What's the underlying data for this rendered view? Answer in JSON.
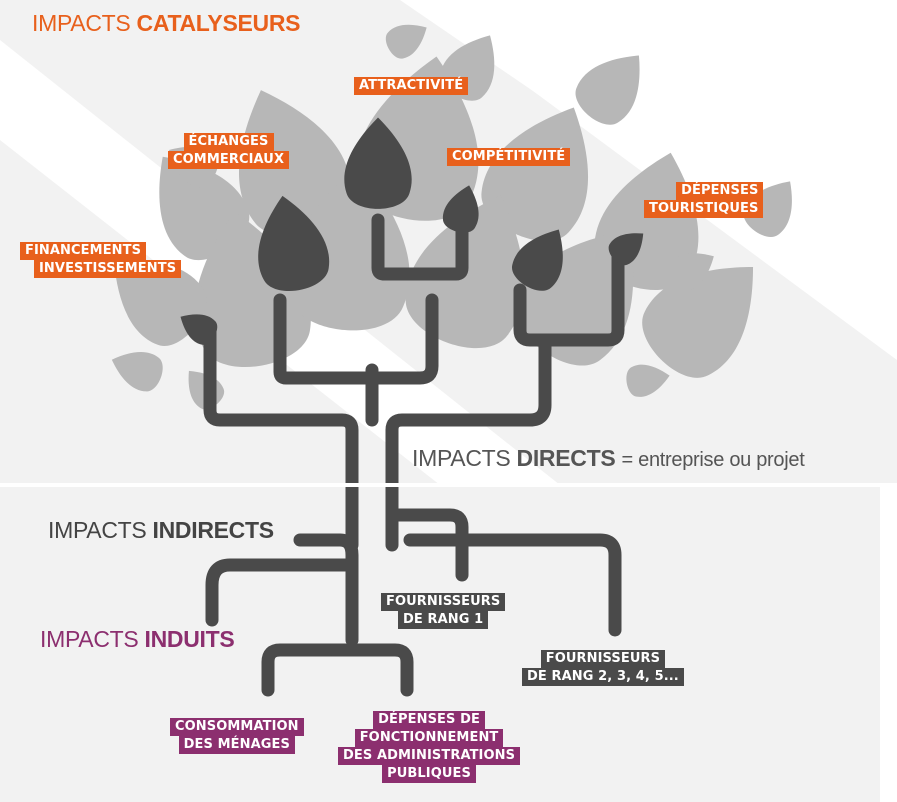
{
  "headers": {
    "catalyseurs": {
      "prefix": "IMPACTS",
      "bold": "CATALYSEURS",
      "color": "#e8601c"
    },
    "directs": {
      "prefix": "IMPACTS",
      "bold": "DIRECTS",
      "suffix": "= entreprise ou projet",
      "color": "#555555"
    },
    "indirects": {
      "prefix": "IMPACTS",
      "bold": "INDIRECTS",
      "color": "#444444"
    },
    "induits": {
      "prefix": "IMPACTS",
      "bold": "INDUITS",
      "color": "#8c2f6f"
    }
  },
  "catalyst_labels": {
    "attractivite": "ATTRACTIVITÉ",
    "echanges": [
      "ÉCHANGES",
      "COMMERCIAUX"
    ],
    "competitivite": "COMPÉTITIVITÉ",
    "depenses_touristiques": [
      "DÉPENSES",
      "TOURISTIQUES"
    ],
    "financements": [
      "FINANCEMENTS",
      "INVESTISSEMENTS"
    ]
  },
  "indirect_labels": {
    "rang1": [
      "FOURNISSEURS",
      "DE RANG 1"
    ],
    "rang2": [
      "FOURNISSEURS",
      "DE RANG 2, 3, 4, 5..."
    ]
  },
  "induced_labels": {
    "consommation": [
      "CONSOMMATION",
      "DES MÉNAGES"
    ],
    "depenses_admin": [
      "DÉPENSES DE",
      "FONCTIONNEMENT",
      "DES ADMINISTRATIONS",
      "PUBLIQUES"
    ]
  },
  "colors": {
    "orange": "#e8601c",
    "purple": "#8c2f6f",
    "dark": "#4a4a4a",
    "leaf": "#b7b7b7",
    "branch": "#4a4a4a"
  }
}
